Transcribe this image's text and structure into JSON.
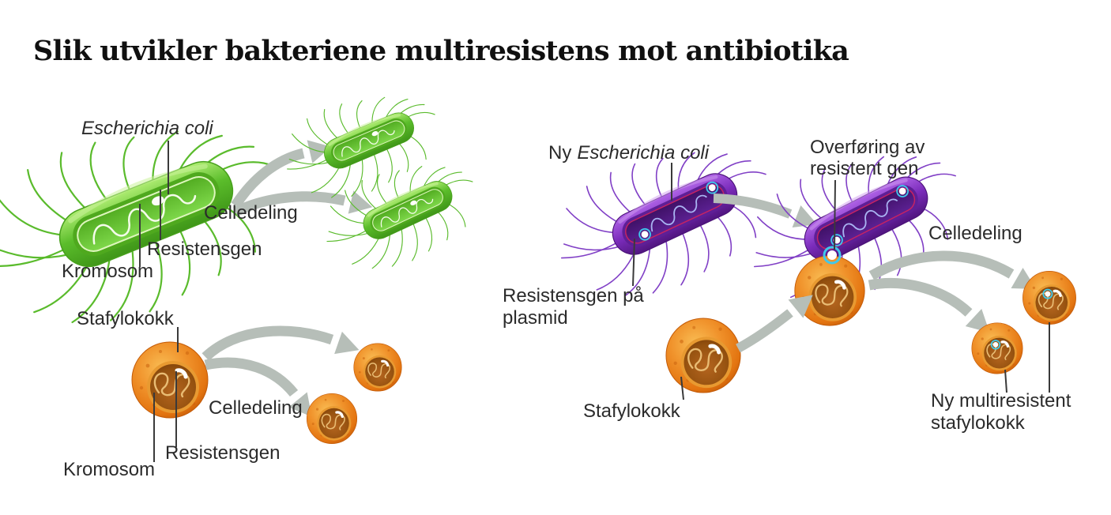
{
  "title": "Slik utvikler bakteriene multiresistens mot antibiotika",
  "labels": {
    "ecoli_scene": {
      "species": "Escherichia coli",
      "division": "Celledeling",
      "resistance_gene": "Resistensgen",
      "chromosome": "Kromosom"
    },
    "staph_scene": {
      "cell": "Stafylokokk",
      "division": "Celledeling",
      "resistance_gene": "Resistensgen",
      "chromosome": "Kromosom"
    },
    "transfer_scene": {
      "new_ecoli_prefix": "Ny",
      "new_ecoli_species": "Escherichia coli",
      "plasmid_line1": "Resistensgen på",
      "plasmid_line2": "plasmid",
      "transfer_line1": "Overføring av",
      "transfer_line2": "resistent gen",
      "division": "Celledeling",
      "staph": "Stafylokokk",
      "new_staph_line1": "Ny multiresistent",
      "new_staph_line2": "stafylokokk"
    }
  },
  "colors": {
    "ecoli_green": "#5bbd2b",
    "ecoli_purple": "#7b2cbb",
    "staph_orange": "#ee8418",
    "arrow_gray": "#b6beb8",
    "plasmid_ring_cyan": "#3fc9ec",
    "text": "#2b2b2b",
    "background": "#ffffff"
  }
}
